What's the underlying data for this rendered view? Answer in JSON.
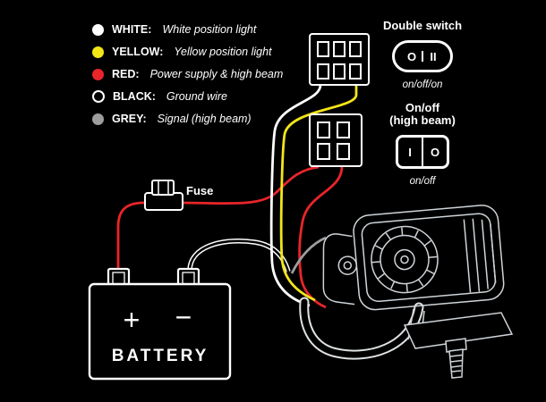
{
  "colors": {
    "background": "#000000",
    "line": "#ffffff",
    "artwork": "#cfd4d8",
    "red": "#e8252a",
    "yellow": "#f2e518",
    "grey": "#9c9ea0"
  },
  "legend": {
    "items": [
      {
        "key": "white",
        "swatch": "#ffffff",
        "label": "WHITE:",
        "desc": "White position light"
      },
      {
        "key": "yellow",
        "swatch": "#f2e518",
        "label": "YELLOW:",
        "desc": "Yellow position light"
      },
      {
        "key": "red",
        "swatch": "#e8252a",
        "label": "RED:",
        "desc": "Power supply & high beam"
      },
      {
        "key": "black",
        "swatch": "#000000",
        "label": "BLACK:",
        "desc": "Ground wire"
      },
      {
        "key": "grey",
        "swatch": "#9c9ea0",
        "label": "GREY:",
        "desc": "Signal (high beam)"
      }
    ]
  },
  "double_switch": {
    "title": "Double switch",
    "left": "O",
    "right": "II",
    "modes": "on/off/on"
  },
  "highbeam_switch": {
    "title_line1": "On/off",
    "title_line2": "(high beam)",
    "left": "I",
    "right": "O",
    "modes": "on/off"
  },
  "fuse": {
    "label": "Fuse"
  },
  "battery": {
    "label": "BATTERY",
    "plus": "+",
    "minus": "−"
  }
}
